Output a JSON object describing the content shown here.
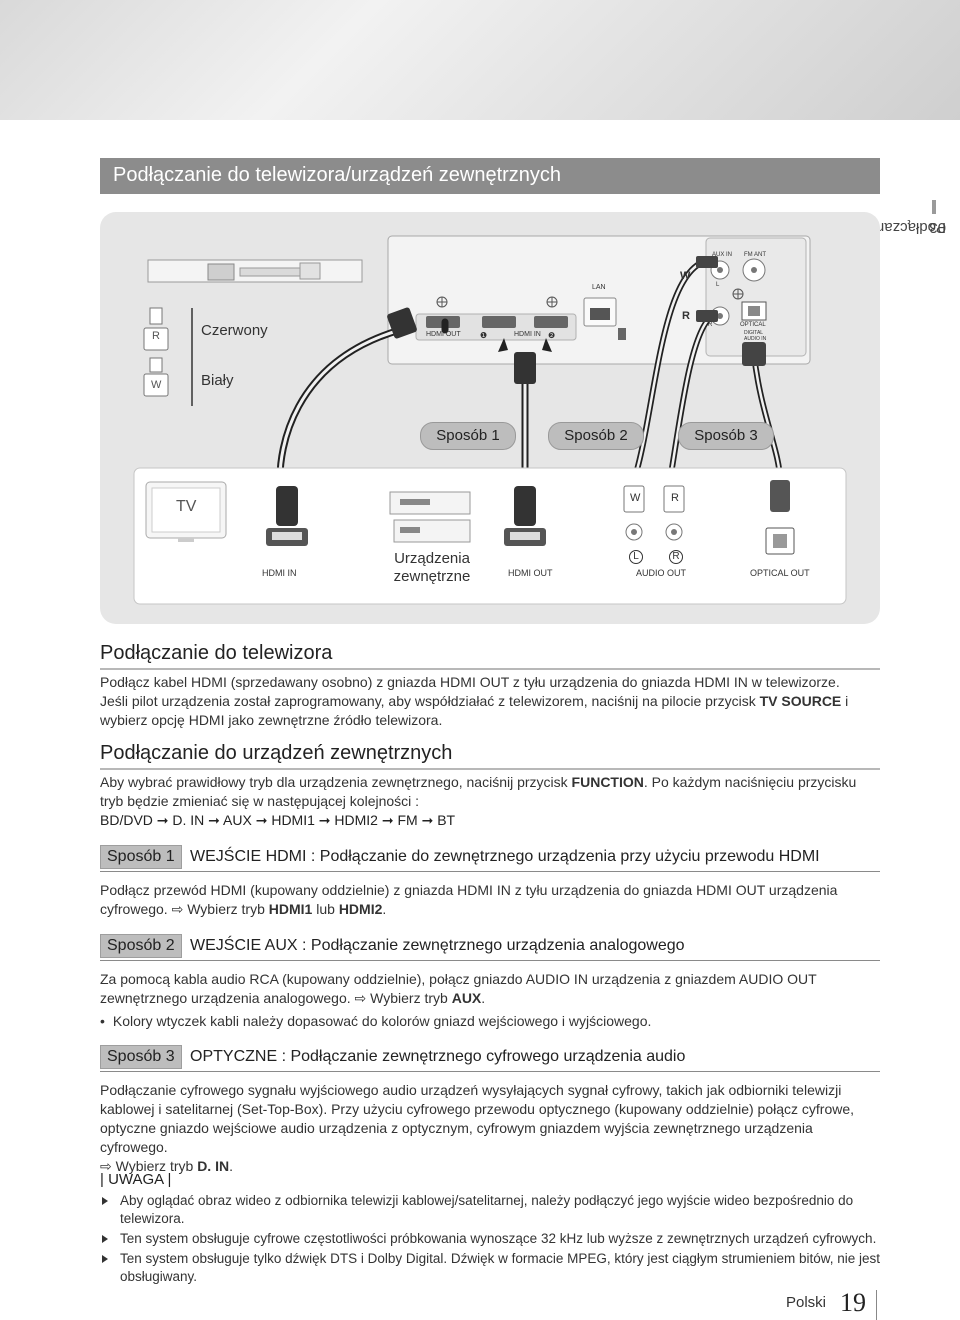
{
  "page_title": "Podłączanie do telewizora/urządzeń zewnętrznych",
  "chapter_tab": {
    "number": "03",
    "label": "Podłączanie"
  },
  "diagram": {
    "plug_red_label": "R",
    "plug_white_label": "W",
    "cable_red": "Czerwony",
    "cable_white": "Biały",
    "port_hdmi_out": "HDMI OUT",
    "port_hdmi_in_1": "❶",
    "port_hdmi_in": "HDMI IN",
    "port_hdmi_in_2": "❷",
    "port_lan": "LAN",
    "port_aux_in": "AUX IN",
    "port_fm_ant": "FM ANT",
    "port_optical": "OPTICAL",
    "port_digital_audio_in": "DIGITAL AUDIO IN",
    "port_w": "W",
    "port_r": "R",
    "port_l_small": "L",
    "port_r_small": "R",
    "methods": [
      "Sposób 1",
      "Sposób 2",
      "Sposób 3"
    ],
    "tv_label": "TV",
    "tv_hdmi_in": "HDMI IN",
    "ext_device": "Urządzenia zewnętrzne",
    "ext_hdmi_out": "HDMI OUT",
    "rca_w": "W",
    "rca_r": "R",
    "jack_l": "L",
    "jack_r": "R",
    "audio_out": "AUDIO OUT",
    "optical_out": "OPTICAL OUT"
  },
  "sec_tv": {
    "heading": "Podłączanie do telewizora",
    "p1": "Podłącz kabel HDMI (sprzedawany osobno) z gniazda HDMI OUT z tyłu urządzenia do gniazda HDMI IN w telewizorze.",
    "p2a": "Jeśli pilot urządzenia został zaprogramowany, aby współdziałać z telewizorem, naciśnij na pilocie przycisk ",
    "p2b": "TV SOURCE",
    "p2c": " i wybierz opcję HDMI jako zewnętrzne źródło telewizora."
  },
  "sec_ext": {
    "heading": "Podłączanie do urządzeń zewnętrznych",
    "p1a": "Aby wybrać prawidłowy tryb dla urządzenia zewnętrznego, naciśnij przycisk ",
    "p1b": "FUNCTION",
    "p1c": ". Po każdym naciśnięciu przycisku tryb będzie zmieniać się w następującej kolejności :",
    "sequence": "BD/DVD ➞ D. IN ➞ AUX ➞ HDMI1 ➞ HDMI2 ➞ FM ➞ BT"
  },
  "method1": {
    "badge": "Sposób 1",
    "title": "WEJŚCIE HDMI  : Podłączanie do zewnętrznego urządzenia przy użyciu przewodu HDMI",
    "t1": "Podłącz przewód HDMI (kupowany oddzielnie) z gniazda HDMI IN z tyłu urządzenia do gniazda HDMI OUT urządzenia cyfrowego. ",
    "arrow": "⇨",
    "t2": " Wybierz tryb ",
    "b1": "HDMI1",
    "t3": " lub ",
    "b2": "HDMI2",
    "t4": "."
  },
  "method2": {
    "badge": "Sposób 2",
    "title": "WEJŚCIE AUX : Podłączanie zewnętrznego urządzenia analogowego",
    "t1": "Za pomocą kabla audio RCA (kupowany oddzielnie), połącz gniazdo AUDIO IN urządzenia z gniazdem AUDIO OUT zewnętrznego urządzenia analogowego. ",
    "arrow": "⇨",
    "t2": " Wybierz tryb ",
    "b1": "AUX",
    "t3": ".",
    "bullet": "Kolory wtyczek kabli należy dopasować do kolorów gniazd wejściowego i wyjściowego."
  },
  "method3": {
    "badge": "Sposób 3",
    "title": "OPTYCZNE : Podłączanie zewnętrznego cyfrowego urządzenia audio",
    "t1": "Podłączanie cyfrowego sygnału wyjściowego audio urządzeń wysyłających sygnał cyfrowy, takich jak odbiorniki telewizji kablowej i satelitarnej (Set-Top-Box). Przy użyciu cyfrowego przewodu optycznego (kupowany oddzielnie) połącz cyfrowe, optyczne gniazdo wejściowe audio urządzenia z optycznym, cyfrowym gniazdem wyjścia zewnętrznego urządzenia cyfrowego.",
    "arrow": "⇨",
    "t2": " Wybierz tryb ",
    "b1": "D. IN",
    "t3": "."
  },
  "note": {
    "heading": "| UWAGA |",
    "items": [
      "Aby oglądać obraz wideo z odbiornika telewizji kablowej/satelitarnej, należy podłączyć jego wyjście wideo bezpośrednio do telewizora.",
      "Ten system obsługuje cyfrowe częstotliwości próbkowania wynoszące 32 kHz lub wyższe z zewnętrznych urządzeń cyfrowych.",
      "Ten system obsługuje tylko dźwięk DTS i Dolby Digital. Dźwięk w formacie MPEG, który jest ciągłym strumieniem bitów, nie jest obsługiwany."
    ]
  },
  "footer": {
    "language": "Polski",
    "page": "19"
  }
}
